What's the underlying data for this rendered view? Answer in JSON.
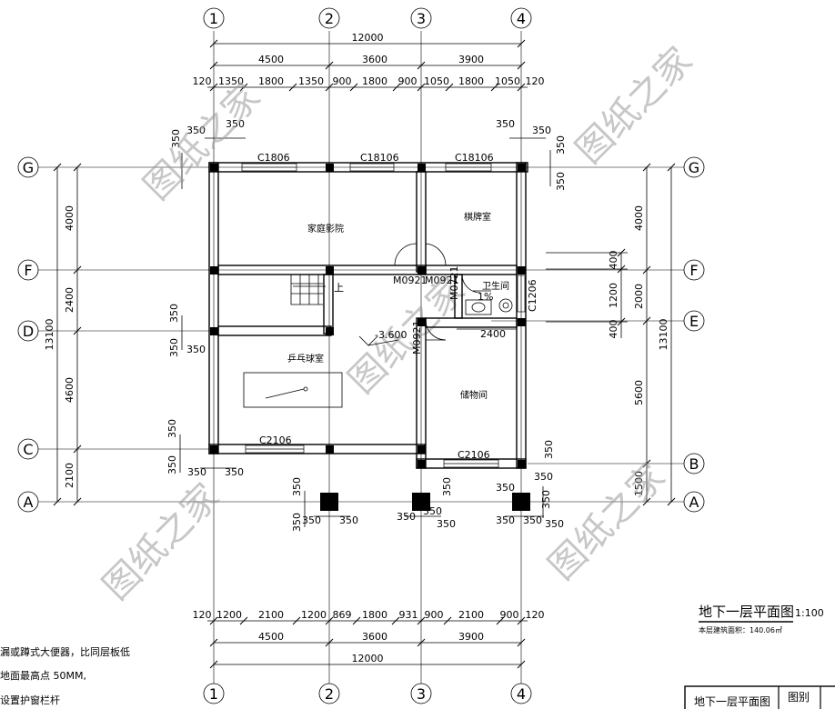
{
  "axes": {
    "top": [
      "1",
      "2",
      "3",
      "4"
    ],
    "bottom": [
      "1",
      "2",
      "3",
      "4"
    ],
    "left": [
      "G",
      "F",
      "D",
      "C",
      "A"
    ],
    "right": [
      "G",
      "F",
      "E",
      "B",
      "A"
    ]
  },
  "dims": {
    "top_total": "12000",
    "top_mid": [
      "4500",
      "3600",
      "3900"
    ],
    "top_detail": [
      "120",
      "1350",
      "1800",
      "1350",
      "900",
      "1800",
      "900",
      "1050",
      "1800",
      "1050",
      "120"
    ],
    "bottom_detail": [
      "120",
      "1200",
      "2100",
      "1200",
      "869",
      "1800",
      "931",
      "900",
      "2100",
      "900",
      "120"
    ],
    "bottom_mid": [
      "4500",
      "3600",
      "3900"
    ],
    "bottom_total": "12000",
    "left_total": "13100",
    "left_parts": [
      "4000",
      "2400",
      "4600",
      "2100"
    ],
    "right_total": "13100",
    "right_parts": [
      "4000",
      "2000",
      "5600",
      "1500"
    ],
    "right_detail": [
      "400",
      "1200",
      "400"
    ],
    "small": "350",
    "room_2400": "2400"
  },
  "windows": [
    "C1806",
    "C18106",
    "C18106",
    "C2106",
    "C2106",
    "C1206"
  ],
  "doors": [
    "M0921",
    "M0921",
    "M0721",
    "M0921"
  ],
  "rooms": {
    "theater": "家庭影院",
    "chess": "棋牌室",
    "bath": "卫生间",
    "pingpong": "乒乓球室",
    "storage": "储物间"
  },
  "level": "-3.600",
  "slope": "1%",
  "stair_up": "上",
  "watermark": "图纸之家",
  "title": {
    "main": "地下一层平面图",
    "scale": "1:100",
    "area": "本层建筑面积：140.06㎡"
  },
  "notes": [
    "漏或蹲式大便器，比同层板低",
    "地面最高点 50MM,",
    "设置护窗栏杆"
  ],
  "table": {
    "cell1": "地下一层平面图",
    "cell2": "图别"
  }
}
